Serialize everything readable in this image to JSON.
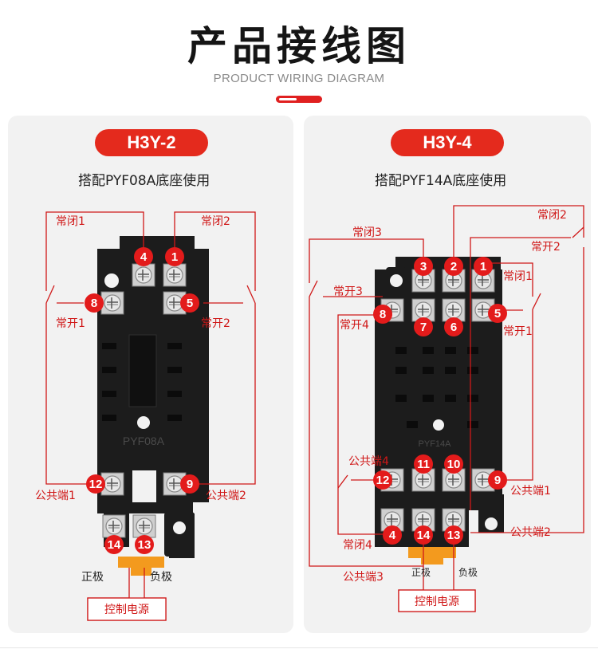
{
  "header": {
    "title": "产品接线图",
    "subtitle": "PRODUCT WIRING DIAGRAM"
  },
  "panels": [
    {
      "model": "H3Y-2",
      "socket_text": "搭配PYF08A底座使用",
      "base_marking": "PYF08A",
      "labels": {
        "nc1": "常闭1",
        "nc2": "常闭2",
        "no1": "常开1",
        "no2": "常开2",
        "com1": "公共端1",
        "com2": "公共端2",
        "positive": "正极",
        "negative": "负极",
        "power": "控制电源"
      },
      "terminals": [
        "4",
        "1",
        "8",
        "5",
        "12",
        "9",
        "14",
        "13"
      ]
    },
    {
      "model": "H3Y-4",
      "socket_text": "搭配PYF14A底座使用",
      "base_marking": "PYF14A",
      "labels": {
        "nc1": "常闭1",
        "nc2": "常闭2",
        "nc3": "常闭3",
        "nc4": "常闭4",
        "no1": "常开1",
        "no2": "常开2",
        "no3": "常开3",
        "no4": "常开4",
        "com1": "公共端1",
        "com2": "公共端2",
        "com3": "公共端3",
        "com4": "公共端4",
        "positive": "正极",
        "negative": "负极",
        "power": "控制电源"
      },
      "terminals": [
        "3",
        "2",
        "1",
        "8",
        "7",
        "6",
        "5",
        "11",
        "10",
        "12",
        "9",
        "4",
        "14",
        "13"
      ]
    }
  ],
  "colors": {
    "accent": "#e42a1d",
    "wire": "#d01818",
    "panel": "#f2f2f2",
    "socket_body": "#1c1c1c",
    "orange_tab": "#f39a1e"
  }
}
